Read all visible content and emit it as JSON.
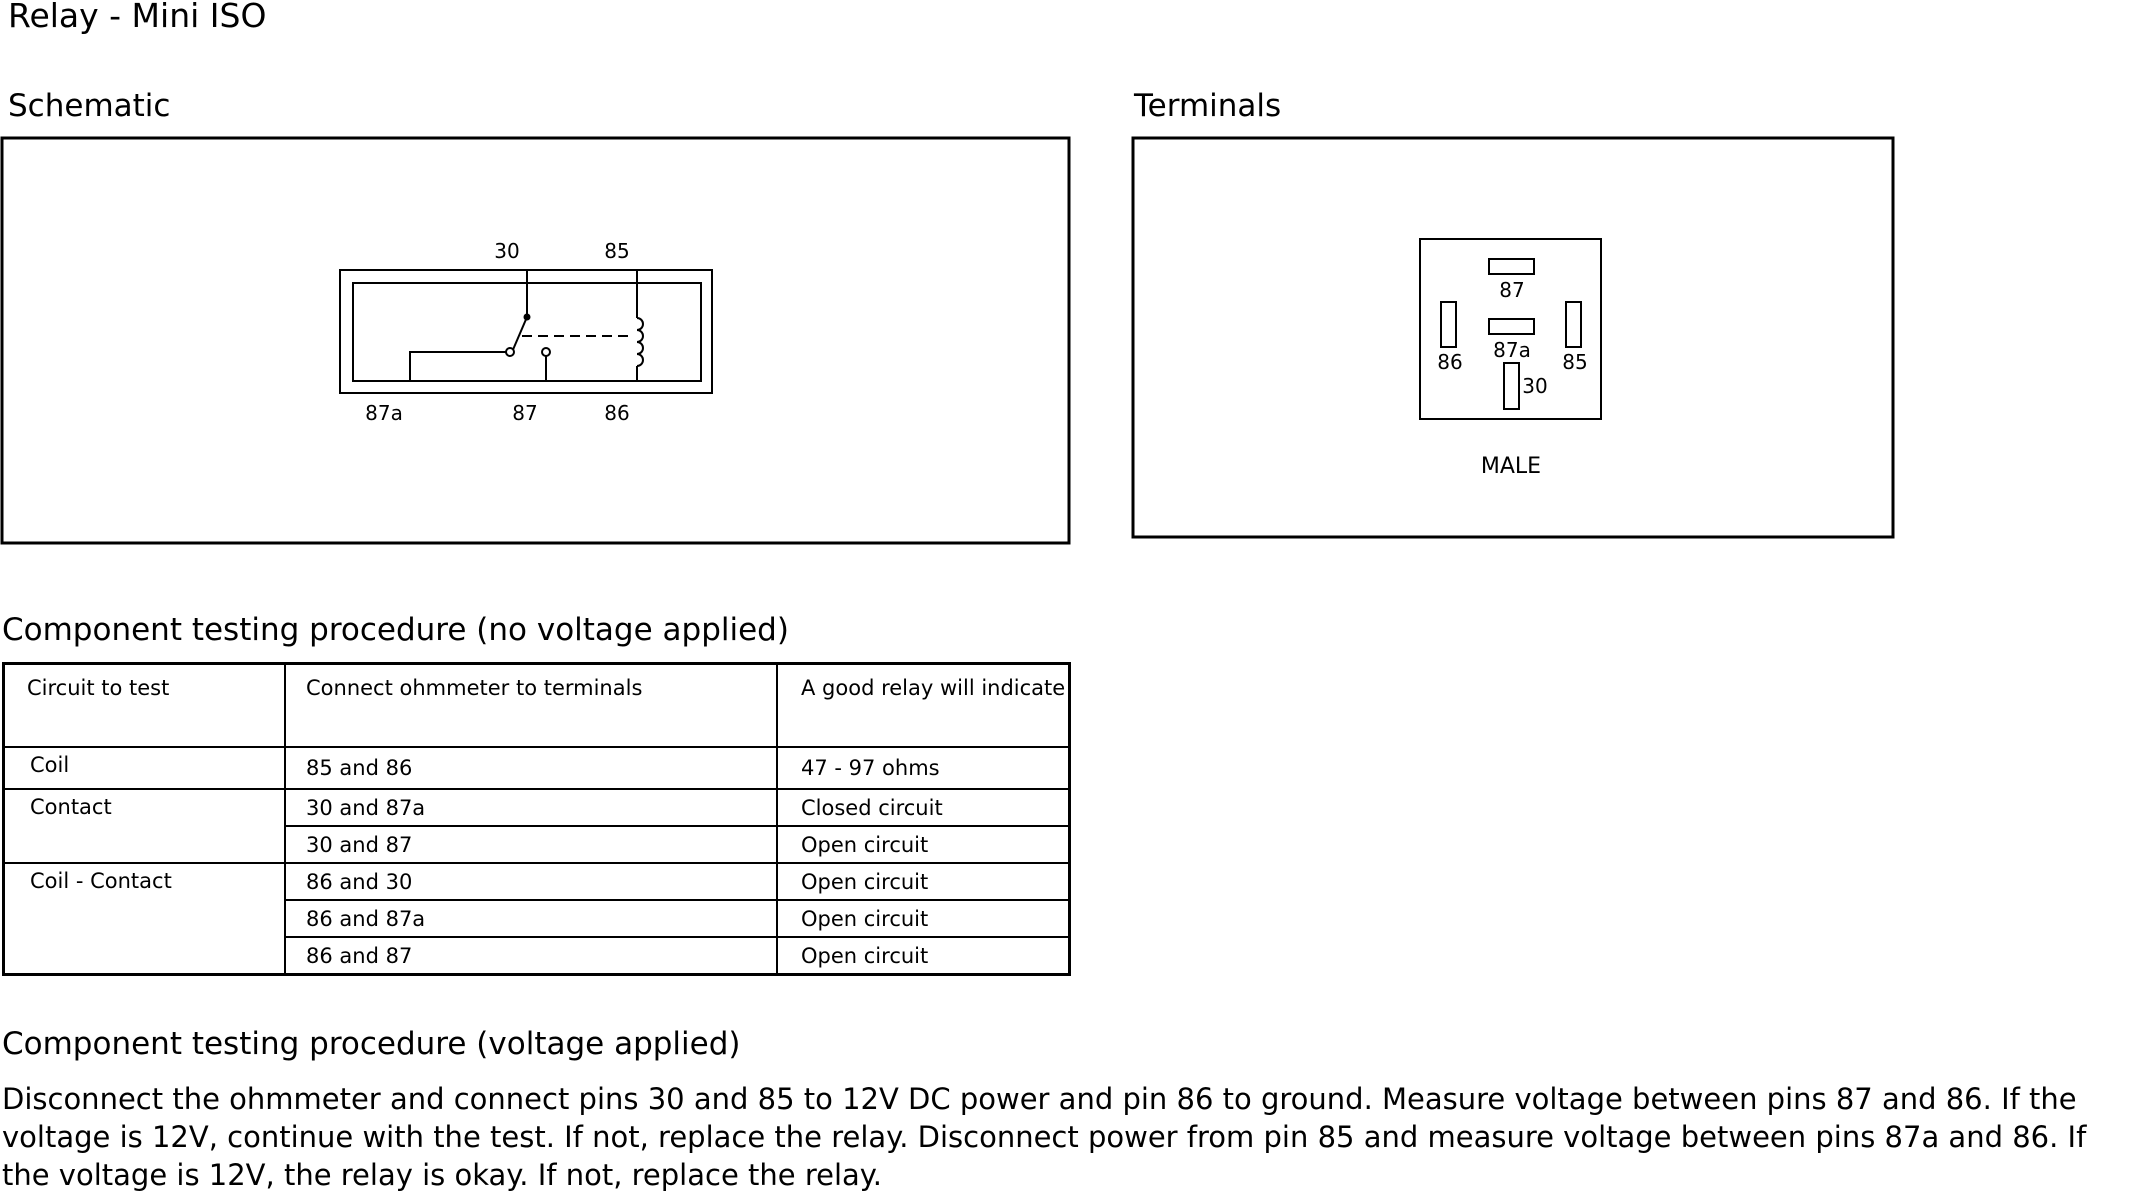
{
  "title": "Relay - Mini ISO",
  "schematic": {
    "heading": "Schematic",
    "labels": {
      "top_30": "30",
      "top_85": "85",
      "bottom_87a": "87a",
      "bottom_87": "87",
      "bottom_86": "86"
    }
  },
  "terminals": {
    "heading": "Terminals",
    "labels": {
      "pin_87": "87",
      "pin_86": "86",
      "pin_87a": "87a",
      "pin_85": "85",
      "pin_30": "30"
    },
    "caption": "MALE"
  },
  "no_voltage": {
    "heading": "Component testing procedure (no voltage applied)",
    "headers": {
      "circuit": "Circuit to test",
      "terminals": "Connect ohmmeter to terminals",
      "result": "A good relay will indicate"
    },
    "rows": [
      {
        "circuit": "Coil",
        "terminals": "85 and 86",
        "result": "47 - 97 ohms"
      },
      {
        "circuit": "Contact",
        "terminals": "30 and 87a",
        "result": "Closed circuit"
      },
      {
        "circuit": "",
        "terminals": "30 and 87",
        "result": "Open circuit"
      },
      {
        "circuit": "Coil - Contact",
        "terminals": "86 and 30",
        "result": "Open circuit"
      },
      {
        "circuit": "",
        "terminals": "86 and 87a",
        "result": "Open circuit"
      },
      {
        "circuit": "",
        "terminals": "86 and 87",
        "result": "Open circuit"
      }
    ]
  },
  "voltage": {
    "heading": "Component testing procedure (voltage applied)",
    "text": "Disconnect the ohmmeter and connect pins 30 and 85 to 12V DC power and pin 86 to ground. Measure voltage between pins 87 and 86. If the voltage is 12V, continue with the test. If not, replace the relay. Disconnect power from pin 85 and measure voltage between pins 87a and 86. If the voltage is 12V, the relay is okay. If not, replace the relay."
  }
}
